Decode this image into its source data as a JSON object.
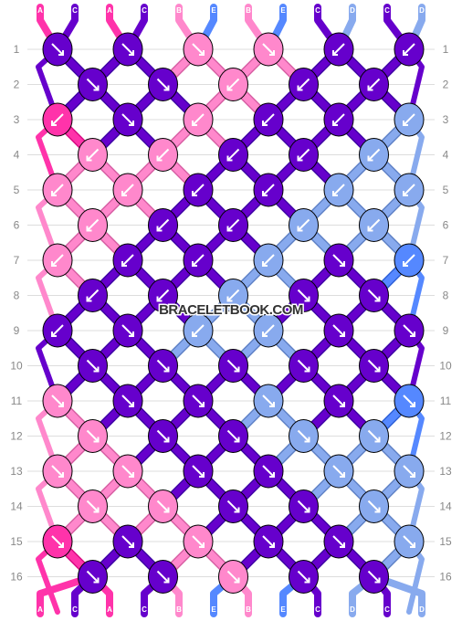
{
  "watermark": "BRACELETBOOK.COM",
  "colors": {
    "A": "#ff33aa",
    "B": "#ff88cc",
    "C": "#6600cc",
    "D": "#88aaee",
    "E": "#5588ff"
  },
  "strands_top": [
    "A",
    "C",
    "A",
    "C",
    "B",
    "E",
    "B",
    "E",
    "C",
    "D",
    "C",
    "D"
  ],
  "strands_bottom": [
    "A",
    "C",
    "A",
    "C",
    "B",
    "E",
    "B",
    "E",
    "C",
    "D",
    "C",
    "D"
  ],
  "row_labels": [
    "1",
    "2",
    "3",
    "4",
    "5",
    "6",
    "7",
    "8",
    "9",
    "10",
    "11",
    "12",
    "13",
    "14",
    "15",
    "16"
  ],
  "knots": [
    [
      "C:se",
      "C:se",
      "B:se",
      "B:se",
      "C:sw",
      "C:sw"
    ],
    [
      "C:se",
      "C:se",
      "B:sw",
      "C:sw",
      "C:sw"
    ],
    [
      "A:sw",
      "C:se",
      "B:sw",
      "C:sw",
      "C:sw",
      "D:sw"
    ],
    [
      "B:sw",
      "B:sw",
      "C:sw",
      "C:sw",
      "D:sw"
    ],
    [
      "B:sw",
      "B:sw",
      "C:sw",
      "C:sw",
      "D:sw",
      "D:sw"
    ],
    [
      "B:sw",
      "C:sw",
      "C:sw",
      "D:sw",
      "D:sw"
    ],
    [
      "B:sw",
      "C:sw",
      "C:sw",
      "D:sw",
      "C:se",
      "E:sw"
    ],
    [
      "C:sw",
      "C:sw",
      "D:sw",
      "C:se",
      "C:se"
    ],
    [
      "C:sw",
      "C:se",
      "D:sw",
      "D:sw",
      "C:se",
      "C:se"
    ],
    [
      "C:se",
      "C:se",
      "C:se",
      "C:se",
      "C:se"
    ],
    [
      "B:se",
      "C:se",
      "C:se",
      "D:se",
      "C:se",
      "E:se"
    ],
    [
      "B:se",
      "C:se",
      "C:se",
      "D:se",
      "D:se"
    ],
    [
      "B:se",
      "B:se",
      "C:se",
      "C:se",
      "D:se",
      "D:se"
    ],
    [
      "B:se",
      "B:se",
      "C:se",
      "C:se",
      "D:se"
    ],
    [
      "A:se",
      "C:se",
      "B:se",
      "C:se",
      "C:se",
      "D:se"
    ],
    [
      "C:se",
      "C:se",
      "B:se",
      "C:se",
      "C:se"
    ]
  ]
}
